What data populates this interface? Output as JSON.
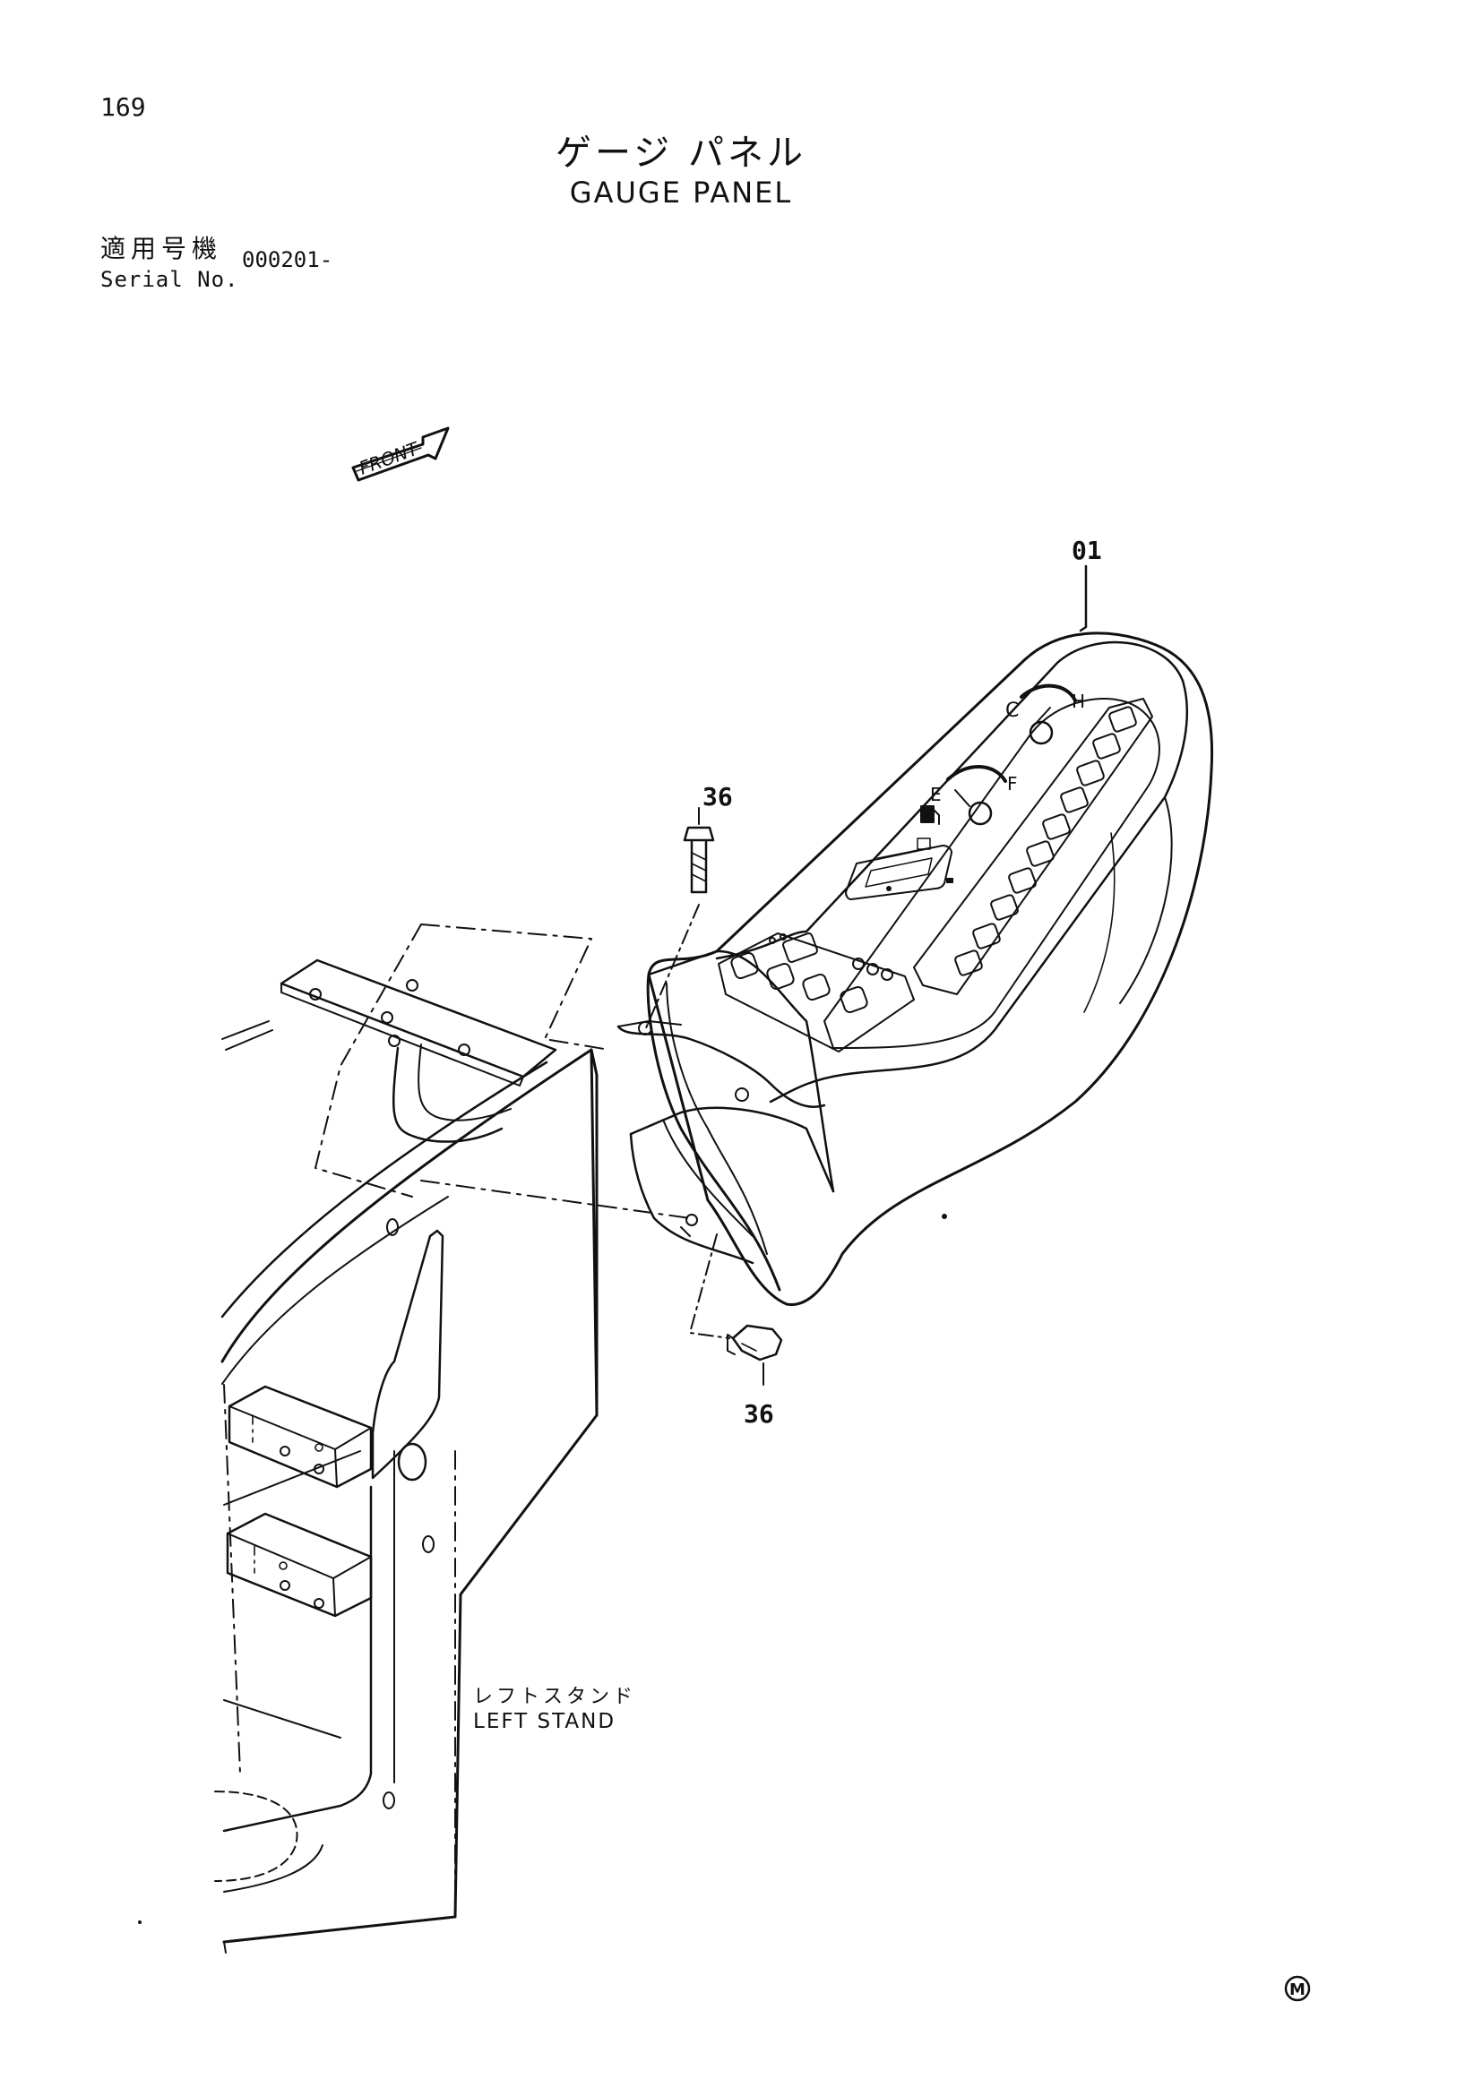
{
  "page_number": "169",
  "title": {
    "jp": "ゲージ パネル",
    "en": "GAUGE PANEL"
  },
  "serial": {
    "label_jp": "適用号機",
    "label_en": "Serial No.",
    "value": "000201-"
  },
  "front_marker": "FRONT",
  "callouts": {
    "panel": "01",
    "bolt_upper": "36",
    "bolt_lower": "36"
  },
  "gauges": {
    "temp_low": "C",
    "temp_high": "H",
    "fuel_empty": "E",
    "fuel_full": "F"
  },
  "stand_label": {
    "jp": "レフトスタンド",
    "en": "LEFT STAND"
  },
  "mark": "M"
}
